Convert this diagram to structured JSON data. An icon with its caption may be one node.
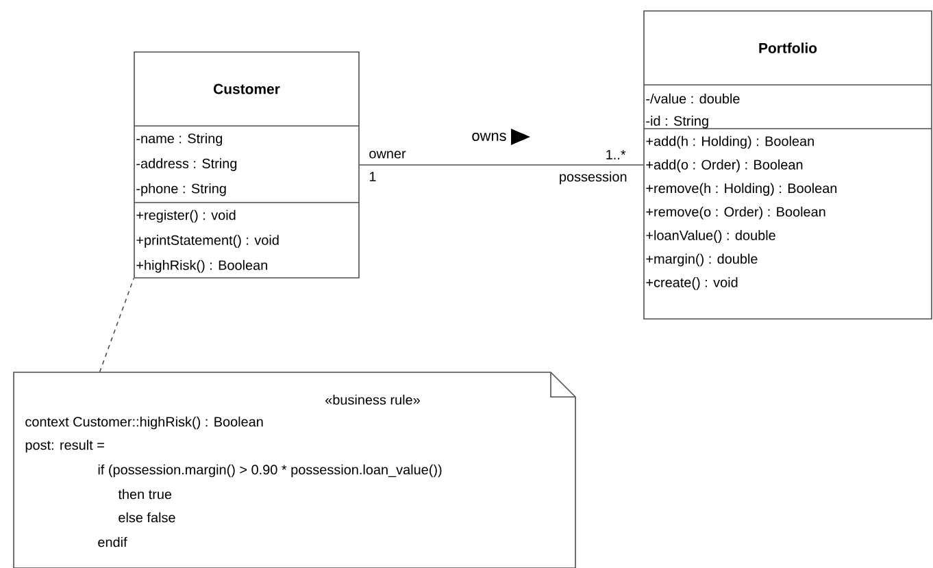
{
  "diagram": {
    "nodes": [
      {
        "text": [
          "Customer",
          "-name : String",
          "-address : String",
          "-phone : String",
          "+register() : void",
          "+printStatement() : void",
          "+highRisk() : Boolean"
        ]
      },
      {
        "text": [
          "Portfolio",
          "-/value : double",
          "-id : String",
          "+add(h : Holding) : Boolean",
          "+add(o : Order) : Boolean",
          "+remove(h : Holding) : Boolean",
          "+remove(o : Order) : Boolean",
          "+loanValue() : double",
          "+margin() : double",
          "+create() : void"
        ]
      },
      {
        "text": [
          "«business rule»",
          "context Customer::highRisk() : Boolean",
          "post: result =",
          "if (possession.margin() > 0.90 * possession.loan_value())",
          "then true",
          "else false",
          "endif"
        ]
      }
    ],
    "edges": [
      {
        "from": 0,
        "to": 1,
        "arrow": "none",
        "label": "owns"
      },
      {
        "from": 2,
        "to": 0,
        "arrow": "none",
        "style": "dashed"
      }
    ],
    "labels": [
      "owner",
      "1",
      "1..*",
      "possession"
    ]
  }
}
